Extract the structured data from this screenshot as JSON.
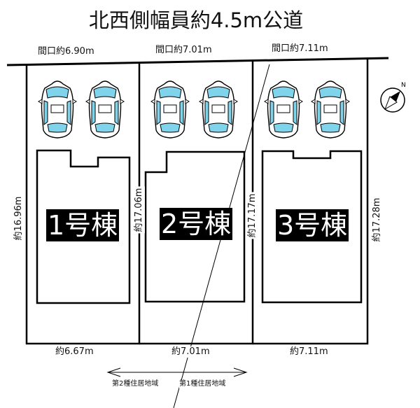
{
  "road": {
    "label": "北西側幅員約4.5m公道"
  },
  "frontage": [
    {
      "label": "間口約6.90m"
    },
    {
      "label": "間口約7.01m"
    },
    {
      "label": "間口約7.11m"
    }
  ],
  "depth": [
    {
      "label": "約16.96m"
    },
    {
      "label": "約17.06m"
    },
    {
      "label": "約17.17m"
    },
    {
      "label": "約17.28m"
    }
  ],
  "rear_width": [
    {
      "label": "約6.67m"
    },
    {
      "label": "約7.01m"
    },
    {
      "label": "約7.11m"
    }
  ],
  "buildings": [
    {
      "label": "1号棟"
    },
    {
      "label": "2号棟"
    },
    {
      "label": "3号棟"
    }
  ],
  "zoning": {
    "left": "第2種住居地域",
    "right": "第1種住居地域"
  },
  "compass": {
    "north_label": "N"
  },
  "colors": {
    "car_glass": "#7fd3ea",
    "line": "#000000",
    "label_bg": "#000000"
  }
}
